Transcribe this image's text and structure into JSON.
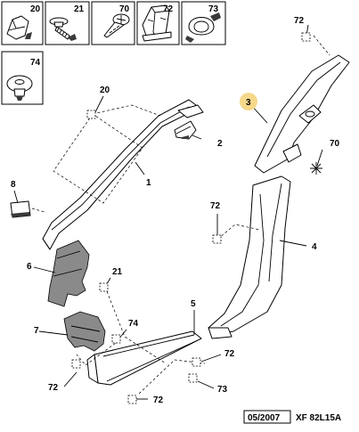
{
  "fastener_boxes": [
    {
      "ref": "20",
      "icon": "clip-icon"
    },
    {
      "ref": "21",
      "icon": "screw-icon"
    },
    {
      "ref": "70",
      "icon": "self-tapping-screw-icon"
    },
    {
      "ref": "72",
      "icon": "plastic-clip-icon"
    },
    {
      "ref": "73",
      "icon": "hose-clamp-icon"
    },
    {
      "ref": "74",
      "icon": "push-rivet-icon"
    }
  ],
  "callouts": {
    "c1": "1",
    "c2": "2",
    "c3": "3",
    "c4": "4",
    "c5": "5",
    "c6": "6",
    "c7": "7",
    "c8": "8",
    "c20": "20",
    "c21": "21",
    "c70": "70",
    "c72a": "72",
    "c72b": "72",
    "c72c": "72",
    "c72d": "72",
    "c72e": "72",
    "c73": "73",
    "c74": "74"
  },
  "footer": {
    "date": "05/2007",
    "reference": "XF 82L15A"
  },
  "colors": {
    "highlight": "#f5d88a",
    "line": "#000000",
    "background": "#ffffff"
  }
}
